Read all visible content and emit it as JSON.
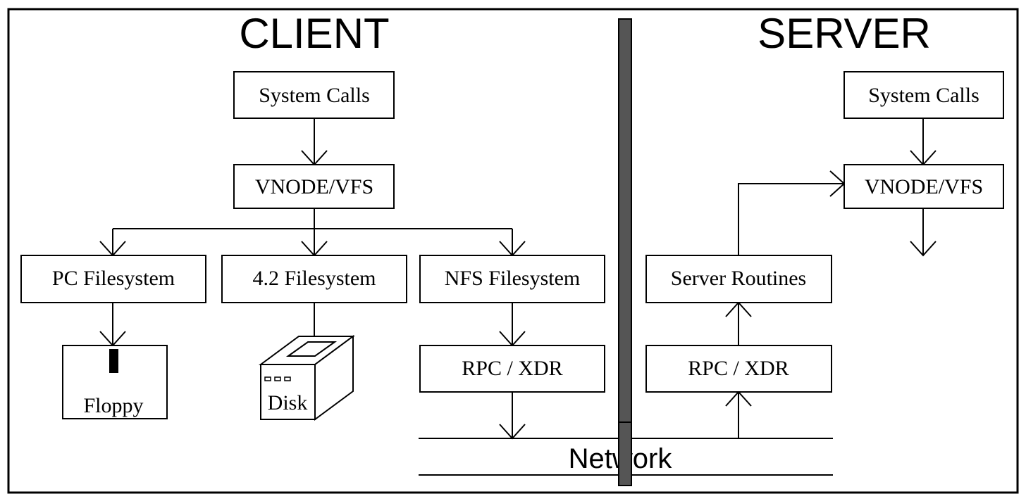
{
  "client_title": "CLIENT",
  "server_title": "SERVER",
  "client": {
    "system_calls": "System Calls",
    "vnode_vfs": "VNODE/VFS",
    "pc_filesystem": "PC Filesystem",
    "fs42_filesystem": "4.2 Filesystem",
    "nfs_filesystem": "NFS Filesystem",
    "rpc_xdr": "RPC / XDR",
    "floppy": "Floppy",
    "disk": "Disk"
  },
  "server": {
    "system_calls": "System Calls",
    "vnode_vfs": "VNODE/VFS",
    "server_routines": "Server Routines",
    "rpc_xdr": "RPC / XDR"
  },
  "network_label": "Network",
  "colors": {
    "stroke": "#000000",
    "background": "#ffffff",
    "divider": "#555555"
  }
}
